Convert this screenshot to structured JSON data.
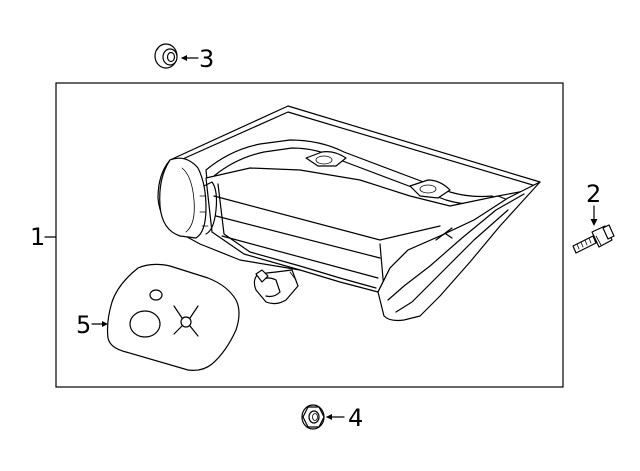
{
  "callouts": {
    "c1": "1",
    "c2": "2",
    "c3": "3",
    "c4": "4",
    "c5": "5"
  },
  "parts": [
    {
      "callout": "1",
      "icon": "tail-lamp-assembly-icon"
    },
    {
      "callout": "2",
      "icon": "bolt-icon"
    },
    {
      "callout": "3",
      "icon": "grommet-icon"
    },
    {
      "callout": "4",
      "icon": "flange-nut-icon"
    },
    {
      "callout": "5",
      "icon": "gasket-icon"
    }
  ],
  "colors": {
    "line": "#000000",
    "background": "#ffffff"
  }
}
